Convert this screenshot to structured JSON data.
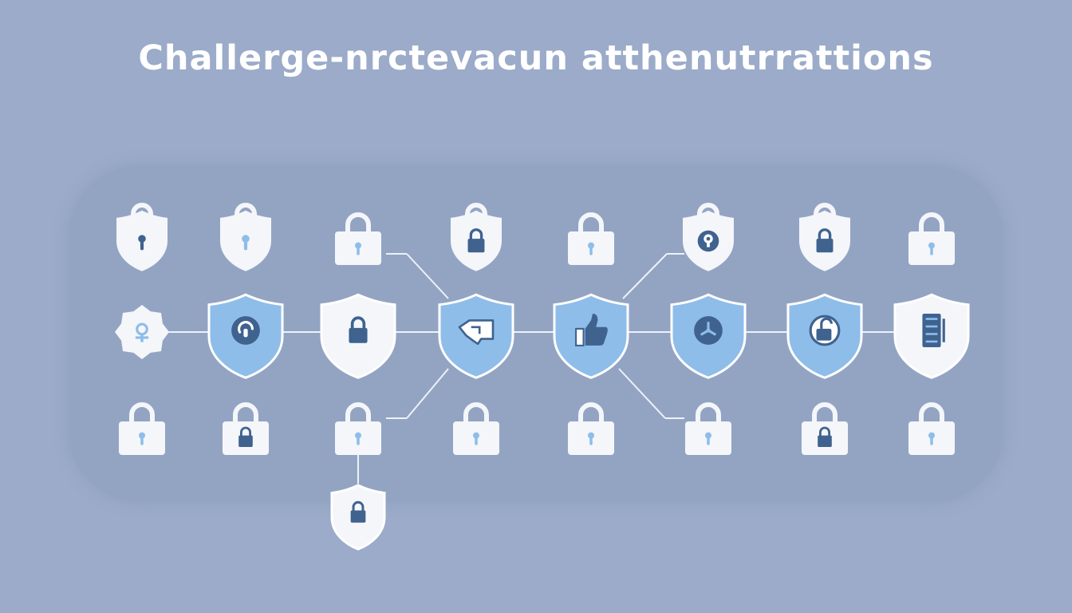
{
  "title": "Challerge-nrctevacun atthenutrrattions",
  "colors": {
    "background": "#9babc9",
    "panel": "#93a4c3",
    "shield_white": "#f4f6fa",
    "shield_blue": "#8ebde9",
    "icon_dark": "#3f628f",
    "icon_light": "#8ebde9",
    "connector": "#eef2f8"
  },
  "top_row": [
    {
      "shape": "shield-lock",
      "glyph": "keyhole-dark"
    },
    {
      "shape": "shield-lock",
      "glyph": "keyhole-light"
    },
    {
      "shape": "padlock",
      "glyph": "keyhole-light"
    },
    {
      "shape": "shield-lock",
      "glyph": "padlock-dark"
    },
    {
      "shape": "padlock",
      "glyph": "keyhole-light"
    },
    {
      "shape": "shield-lock",
      "glyph": "keyhole-circle-dark"
    },
    {
      "shape": "shield-lock",
      "glyph": "padlock-dark"
    },
    {
      "shape": "padlock",
      "glyph": "keyhole-light"
    }
  ],
  "middle_row": [
    {
      "shape": "badge",
      "glyph": "key-light"
    },
    {
      "shape": "shield",
      "fill": "blue",
      "glyph": "unlock-circle"
    },
    {
      "shape": "shield",
      "fill": "white",
      "glyph": "padlock-dark"
    },
    {
      "shape": "shield",
      "fill": "blue",
      "glyph": "pointing-hand"
    },
    {
      "shape": "shield",
      "fill": "blue",
      "glyph": "thumbs-up"
    },
    {
      "shape": "shield",
      "fill": "blue",
      "glyph": "fan-circle"
    },
    {
      "shape": "shield",
      "fill": "blue",
      "glyph": "open-padlock"
    },
    {
      "shape": "shield",
      "fill": "white",
      "glyph": "server"
    }
  ],
  "bottom_row": [
    {
      "shape": "padlock",
      "glyph": "keyhole-light"
    },
    {
      "shape": "padlock",
      "glyph": "padlock-dark"
    },
    {
      "shape": "padlock",
      "glyph": "keyhole-light"
    },
    {
      "shape": "padlock",
      "glyph": "keyhole-light"
    },
    {
      "shape": "padlock",
      "glyph": "keyhole-light"
    },
    {
      "shape": "padlock",
      "glyph": "keyhole-light"
    },
    {
      "shape": "padlock",
      "glyph": "padlock-dark"
    },
    {
      "shape": "padlock",
      "glyph": "keyhole-light"
    }
  ],
  "extra_node": {
    "shape": "shield",
    "fill": "white",
    "glyph": "padlock-dark"
  }
}
